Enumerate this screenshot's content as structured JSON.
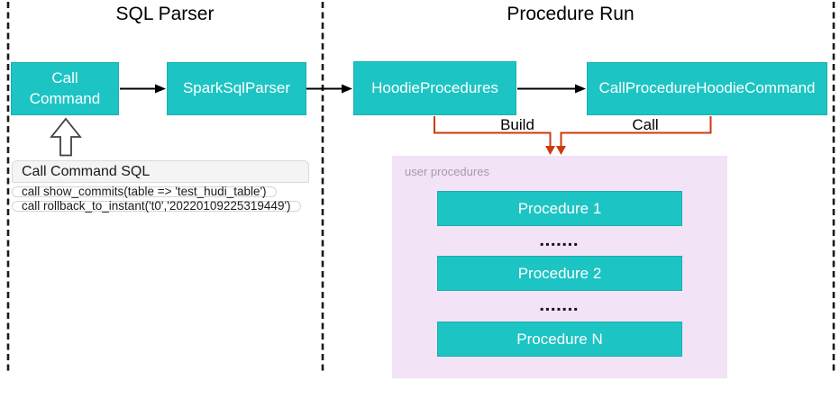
{
  "sql_parser": {
    "title": "SQL Parser",
    "call_command_label": "Call\nCommand",
    "spark_sql_parser_label": "SparkSqlParser",
    "table": {
      "header": "Call Command SQL",
      "rows": [
        "call show_commits(table => 'test_hudi_table')",
        "call rollback_to_instant('t0','20220109225319449')"
      ]
    }
  },
  "procedure_run": {
    "title": "Procedure Run",
    "hoodie_procedures_label": "HoodieProcedures",
    "call_procedure_command_label": "CallProcedureHoodieCommand",
    "build_label": "Build",
    "call_label": "Call",
    "user_procedures": {
      "label": "user procedures",
      "items": [
        "Procedure 1",
        "Procedure 2",
        "Procedure N"
      ],
      "dots": "▪▪▪▪▪▪▪"
    }
  },
  "colors": {
    "box_teal": "#1dc4c4",
    "connector_orange": "#cc3b0e",
    "user_procedures_bg": "#f3e3f6",
    "table_header_bg": "#f4f4f4",
    "dashed_line": "#1a1a1a"
  }
}
